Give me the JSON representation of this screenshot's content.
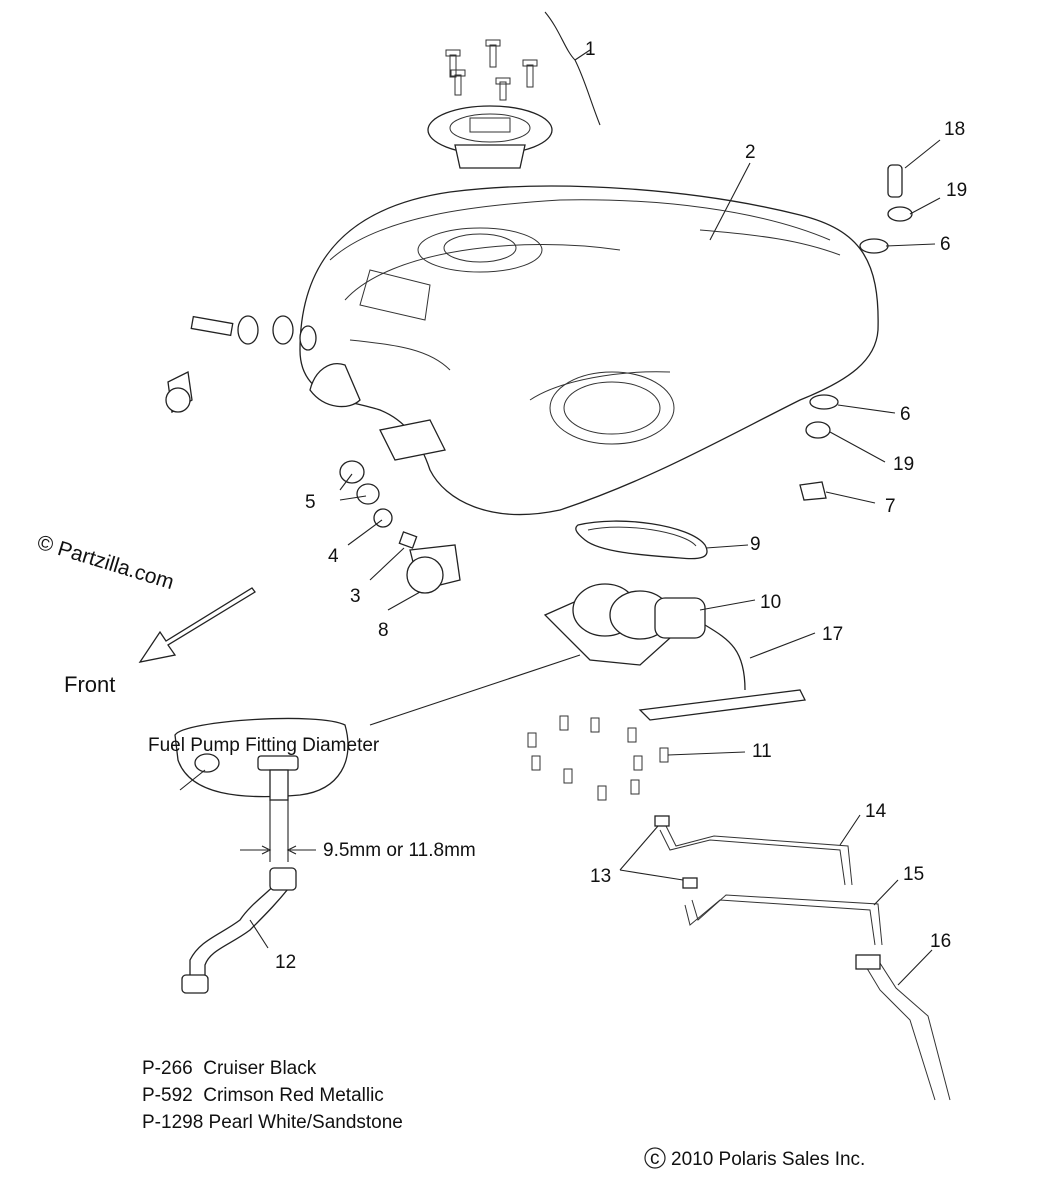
{
  "watermark": "© Partzilla.com",
  "direction_label": "Front",
  "fitting_title": "Fuel Pump Fitting Diameter",
  "fitting_dimension": "9.5mm or 11.8mm",
  "callouts": [
    "1",
    "2",
    "3",
    "4",
    "5",
    "6",
    "6",
    "7",
    "8",
    "9",
    "10",
    "11",
    "12",
    "13",
    "14",
    "15",
    "16",
    "17",
    "18",
    "19",
    "19"
  ],
  "paint_codes": [
    "P-266  Cruiser Black",
    "P-592  Crimson Red Metallic",
    "P-1298 Pearl White/Sandstone"
  ],
  "copyright": "2010 Polaris Sales Inc.",
  "copyright_symbol": "c"
}
